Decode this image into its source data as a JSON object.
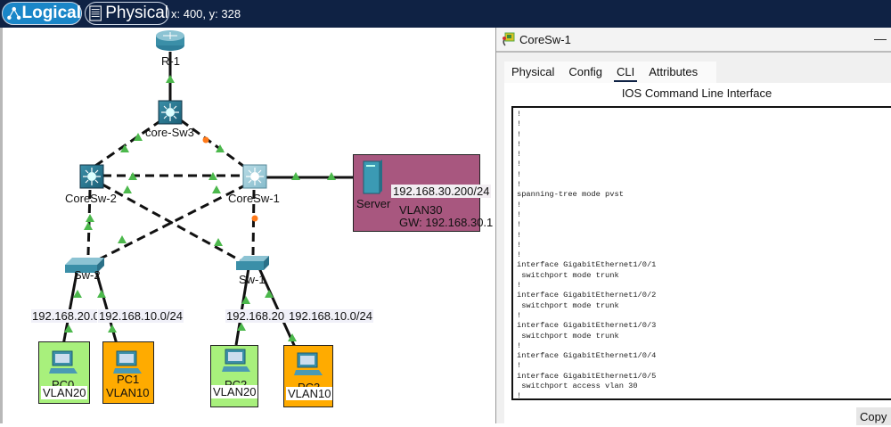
{
  "topbar": {
    "logical_label": "Logical",
    "physical_label": "Physical",
    "coordinates": "x: 400, y: 328"
  },
  "topology": {
    "devices": {
      "router": {
        "name": "R-1",
        "icon": "router-icon"
      },
      "core_sw3": {
        "name": "core-Sw3",
        "icon": "multilayer-switch-icon"
      },
      "core_sw2": {
        "name": "CoreSw-2",
        "icon": "multilayer-switch-icon"
      },
      "core_sw1": {
        "name": "CoreSw-1",
        "icon": "multilayer-switch-icon"
      },
      "sw2": {
        "name": "Sw-2",
        "icon": "switch-icon"
      },
      "sw1": {
        "name": "Sw-1",
        "icon": "switch-icon"
      },
      "server": {
        "name": "Server",
        "icon": "server-icon"
      },
      "pc0": {
        "name": "PC0",
        "vlan": "VLAN20",
        "icon": "pc-icon"
      },
      "pc1": {
        "name": "PC1",
        "vlan": "VLAN10",
        "icon": "pc-icon"
      },
      "pc2": {
        "name": "PC2",
        "vlan": "VLAN20",
        "icon": "pc-icon"
      },
      "pc3": {
        "name": "PC3",
        "vlan": "VLAN10",
        "icon": "pc-icon"
      }
    },
    "server_notes": {
      "ip": "192.168.30.200/24",
      "vlan": "VLAN30",
      "gateway": "GW: 192.168.30.1"
    },
    "subnet_labels": {
      "sw2_left": "192.168.20.0",
      "sw2_right": "192.168.10.0/24",
      "sw1_left": "192.168.20",
      "sw1_right": "192.168.10.0/24"
    },
    "colors": {
      "vlan20_area": "#a8f07c",
      "vlan10_area": "#ffab00",
      "vlan30_area": "#a8577f",
      "link_up": "#4cb84c",
      "link_blocked": "#ff7a1a"
    }
  },
  "device_window": {
    "title": "CoreSw-1",
    "minimize": "—",
    "tabs": [
      {
        "label": "Physical",
        "active": false
      },
      {
        "label": "Config",
        "active": false
      },
      {
        "label": "CLI",
        "active": true
      },
      {
        "label": "Attributes",
        "active": false
      }
    ],
    "panel_title": "IOS Command Line Interface",
    "cli_text": "!\n!\n!\n!\n!\n!\n!\n!\nspanning-tree mode pvst\n!\n!\n!\n!\n!\n!\ninterface GigabitEthernet1/0/1\n switchport mode trunk\n!\ninterface GigabitEthernet1/0/2\n switchport mode trunk\n!\ninterface GigabitEthernet1/0/3\n switchport mode trunk\n!\ninterface GigabitEthernet1/0/4\n!\ninterface GigabitEthernet1/0/5\n switchport access vlan 30\n!",
    "copy_label": "Copy"
  }
}
